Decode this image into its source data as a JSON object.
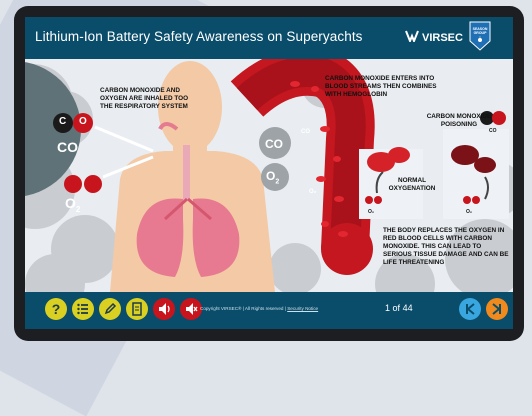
{
  "window": {
    "title": "Lithium-Ion Battery Safety Awareness on Superyachts",
    "brand": "VIRSEC",
    "badge_text": "SEASON\nGROUP\n•"
  },
  "scene": {
    "label_inhaled": "CARBON MONOXIDE AND OXYGEN ARE INHALED TOO THE RESPIRATORY SYSTEM",
    "label_enters": "CARBON MONOXIDE ENTERS INTO BLOOD STREAMS THEN COMBINES WITH HEMOGLOBIN",
    "label_poisoning": "CARBON MONOXIDE POISONING",
    "label_normal": "NORMAL OXYGENATION",
    "label_replaces": "THE BODY REPLACES THE OXYGEN IN RED BLOOD CELLS WITH CARBON MONOXIDE. THIS CAN LEAD TO SERIOUS TISSUE DAMAGE AND CAN BE LIFE THREATENING",
    "molecule_co": "CO",
    "molecule_o2": "O",
    "molecule_o2_sub": "2",
    "atom_c": "C",
    "atom_o": "O",
    "vessel_co": "CO",
    "vessel_o2": "O",
    "vessel_o2_sub": "2",
    "cell_co": "CO",
    "cell_o2": "O₂"
  },
  "footer": {
    "copyright": "Copyright VIRSEC® | All Rights reserved",
    "privacy": "Security Notice",
    "current_page": "1",
    "of_label": "of",
    "total_pages": "44"
  },
  "colors": {
    "header": "#0a4d6b",
    "accent_yellow": "#d9d021",
    "red": "#c8151d",
    "blue": "#3aa6df",
    "orange": "#f08a1c"
  }
}
